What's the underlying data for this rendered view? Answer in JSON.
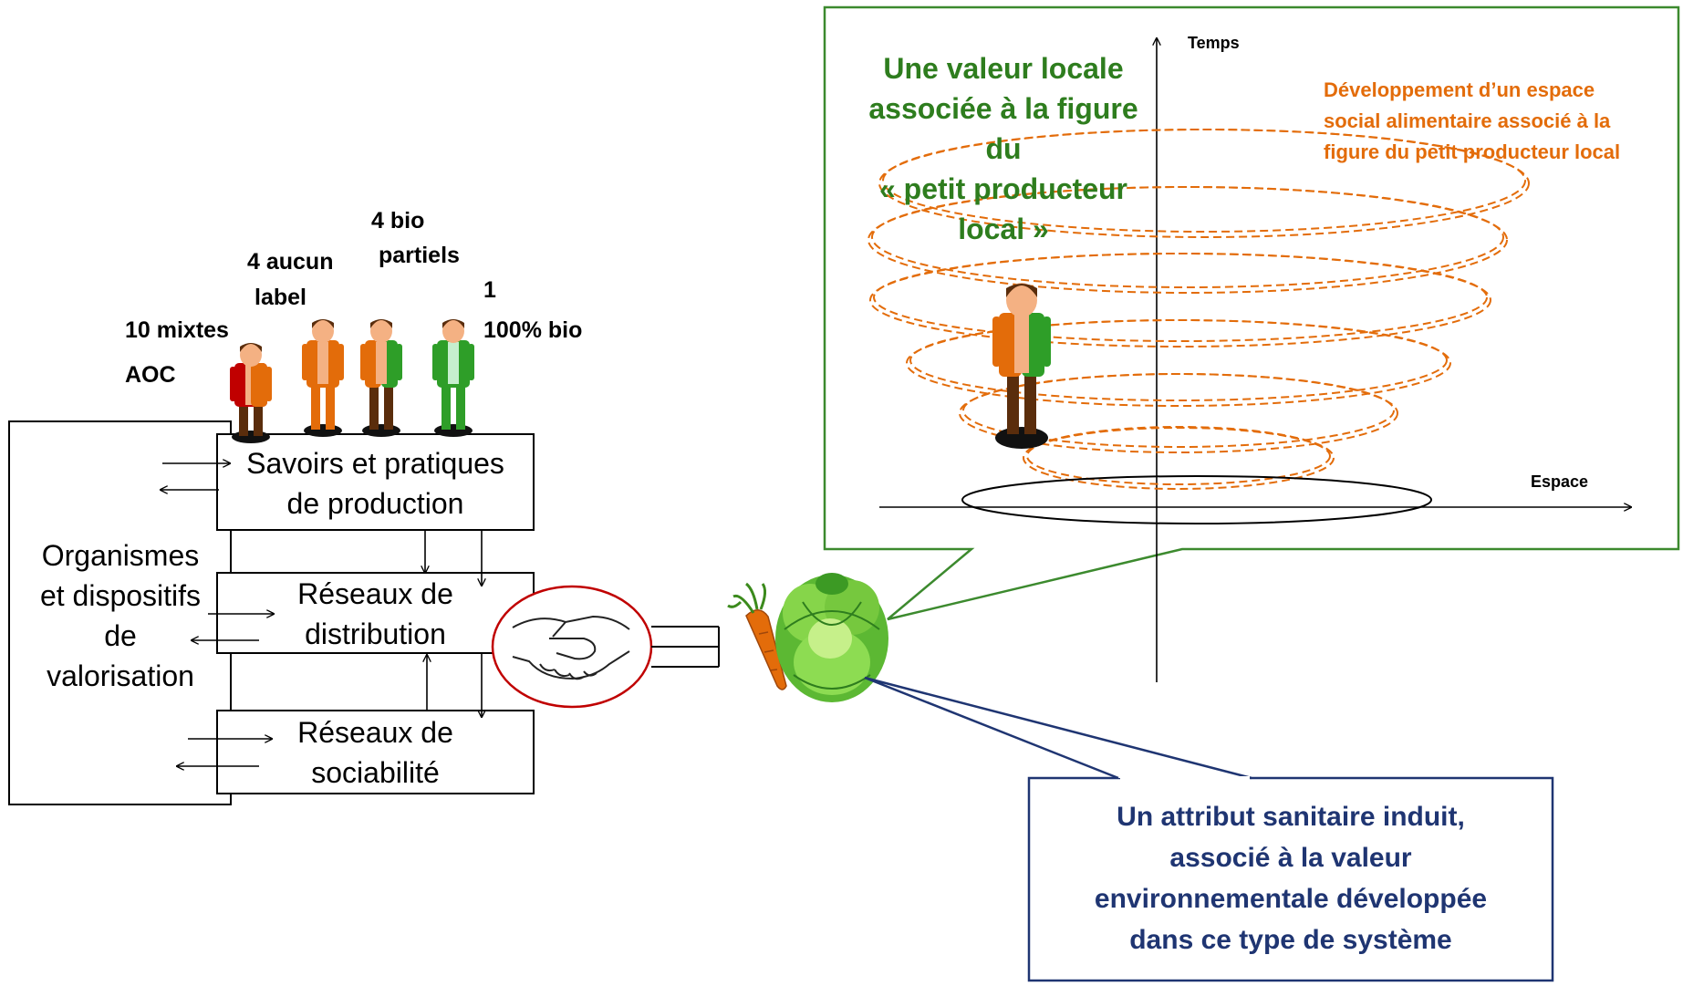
{
  "farmer_labels": {
    "mixed_line1": "10 mixtes",
    "mixed_line2": "AOC",
    "nolabel_line1": "4 aucun",
    "nolabel_line2": "label",
    "partial_line1": "4 bio",
    "partial_line2": "partiels",
    "organic_line1": "1",
    "organic_line2": "100% bio"
  },
  "left_box": {
    "line1": "Organismes",
    "line2": "et dispositifs",
    "line3": "de",
    "line4": "valorisation"
  },
  "boxes": {
    "production_line1": "Savoirs et pratiques",
    "production_line2": "de production",
    "distribution_line1": "Réseaux de",
    "distribution_line2": "distribution",
    "sociability_line1": "Réseaux de",
    "sociability_line2": "sociabilité"
  },
  "callout_top": {
    "green_line1": "Une valeur locale",
    "green_line2": "associée à la figure",
    "green_line3": "du",
    "green_line4": "« petit producteur",
    "green_line5": "local »",
    "orange_line1": "Développement d’un espace",
    "orange_line2": "social alimentaire  associé à la",
    "orange_line3": "figure du petit producteur local",
    "axis_y": "Temps",
    "axis_x": "Espace"
  },
  "callout_bottom": {
    "line1": "Un attribut sanitaire induit,",
    "line2": "associé à la valeur",
    "line3": "environnementale  développée",
    "line4": "dans ce type de système"
  },
  "colors": {
    "green": "#2e7d1e",
    "orange": "#e36c0a",
    "navy": "#1f3572",
    "red": "#c00000"
  }
}
